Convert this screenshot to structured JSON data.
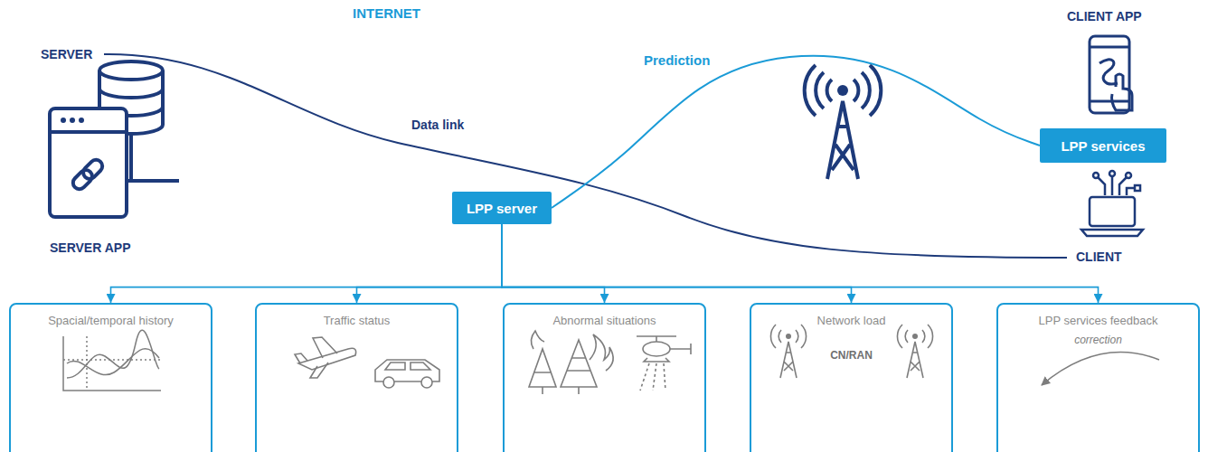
{
  "diagram": {
    "nodes": [
      {
        "text": [
          "INTERNET"
        ]
      },
      {
        "text": [
          "LPP server"
        ],
        "in": 0
      },
      {
        "text": [
          "LPP services"
        ]
      },
      {
        "text": [
          "Spacial/temporal history"
        ]
      },
      {
        "text": [
          "Traffic status"
        ]
      },
      {
        "text": [
          "Abnormal situations"
        ]
      },
      {
        "text": [
          "Network load",
          "CN/RAN"
        ]
      },
      {
        "text": [
          "LPP services feedback",
          "correction"
        ]
      }
    ],
    "edges": [
      {
        "from": 1,
        "to": 2,
        "arrow": "none",
        "label": "Prediction"
      },
      {
        "from": 1,
        "to": 3,
        "arrow": "to"
      },
      {
        "from": 1,
        "to": 4,
        "arrow": "to"
      },
      {
        "from": 1,
        "to": 5,
        "arrow": "to"
      },
      {
        "from": 1,
        "to": 6,
        "arrow": "to"
      },
      {
        "from": 1,
        "to": 7,
        "arrow": "to"
      }
    ],
    "labels": [
      "SERVER",
      "CLIENT APP",
      "Data link",
      "SERVER APP",
      "CLIENT"
    ]
  }
}
